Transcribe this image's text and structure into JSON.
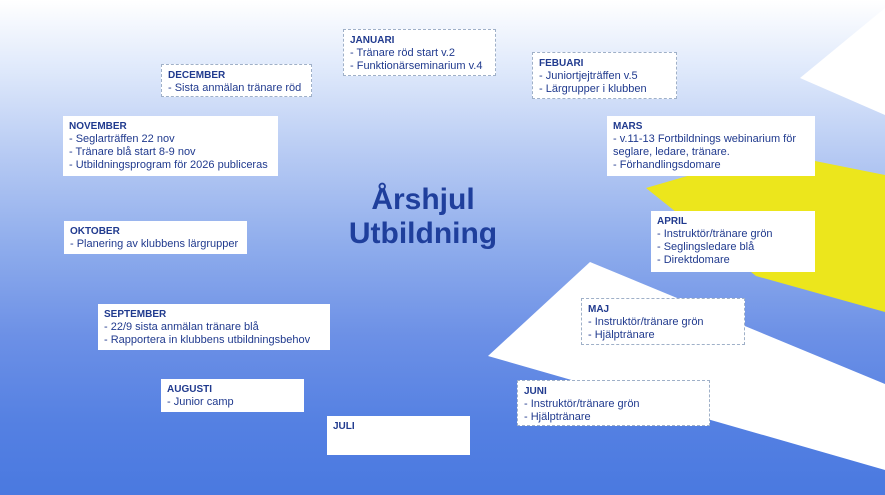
{
  "title": {
    "line1": "Årshjul",
    "line2": "Utbildning"
  },
  "colors": {
    "text": "#203a8e",
    "title": "#1f3f9c",
    "accent_yellow": "#ece61c",
    "shape_white": "#ffffff"
  },
  "months": {
    "januari": {
      "name": "JANUARI",
      "items": [
        "- Tränare röd start v.2",
        "- Funktionärseminarium v.4"
      ]
    },
    "februari": {
      "name": "FEBUARI",
      "items": [
        "- Juniortjejträffen v.5",
        "- Lärgrupper i klubben"
      ]
    },
    "mars": {
      "name": "MARS",
      "items": [
        "- v.11-13 Fortbildnings webinarium för",
        "seglare, ledare, tränare.",
        "- Förhandlingsdomare"
      ]
    },
    "april": {
      "name": "APRIL",
      "items": [
        "- Instruktör/tränare grön",
        "- Seglingsledare blå",
        "- Direktdomare"
      ]
    },
    "maj": {
      "name": "MAJ",
      "items": [
        "- Instruktör/tränare grön",
        "- Hjälptränare"
      ]
    },
    "juni": {
      "name": "JUNI",
      "items": [
        "- Instruktör/tränare grön",
        "- Hjälptränare"
      ]
    },
    "juli": {
      "name": "JULI",
      "items": []
    },
    "augusti": {
      "name": "AUGUSTI",
      "items": [
        "- Junior camp"
      ]
    },
    "september": {
      "name": "SEPTEMBER",
      "items": [
        "- 22/9 sista anmälan tränare blå",
        "- Rapportera in klubbens utbildningsbehov"
      ]
    },
    "oktober": {
      "name": "OKTOBER",
      "items": [
        "- Planering av klubbens lärgrupper"
      ]
    },
    "november": {
      "name": "NOVEMBER",
      "items": [
        "- Seglarträffen 22 nov",
        "- Tränare blå start 8-9 nov",
        "- Utbildningsprogram för 2026 publiceras"
      ]
    },
    "december": {
      "name": "DECEMBER",
      "items": [
        "- Sista anmälan tränare röd"
      ]
    }
  }
}
